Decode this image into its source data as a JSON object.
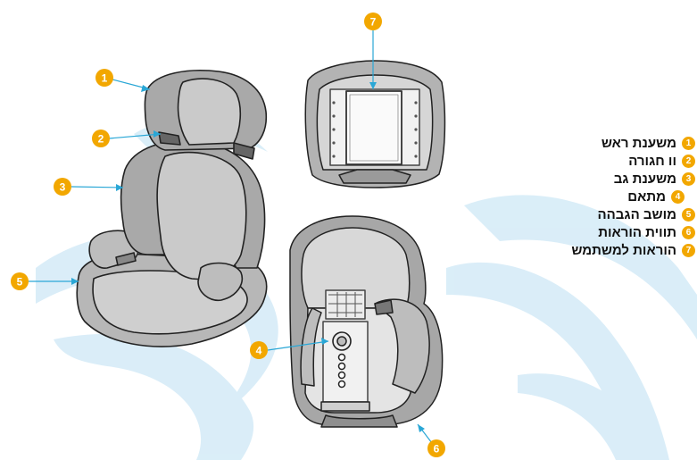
{
  "callouts": {
    "headrest": "1",
    "belt_guide": "2",
    "backrest": "3",
    "connector": "4",
    "booster_seat": "5",
    "instruction_label": "6",
    "user_manual": "7"
  },
  "legend": [
    {
      "num": "1",
      "label": "משענת ראש"
    },
    {
      "num": "2",
      "label": "וו חגורה"
    },
    {
      "num": "3",
      "label": "משענת גב"
    },
    {
      "num": "4",
      "label": "מתאם"
    },
    {
      "num": "5",
      "label": "מושב הגבהה"
    },
    {
      "num": "6",
      "label": "תווית הוראות"
    },
    {
      "num": "7",
      "label": "הוראות למשתמש"
    }
  ],
  "colors": {
    "callout": "#f2a700",
    "watermark": "#cfe8f5",
    "seat_fill": "#c4c4c4",
    "seat_dark": "#9e9e9e",
    "outline": "#222222"
  }
}
